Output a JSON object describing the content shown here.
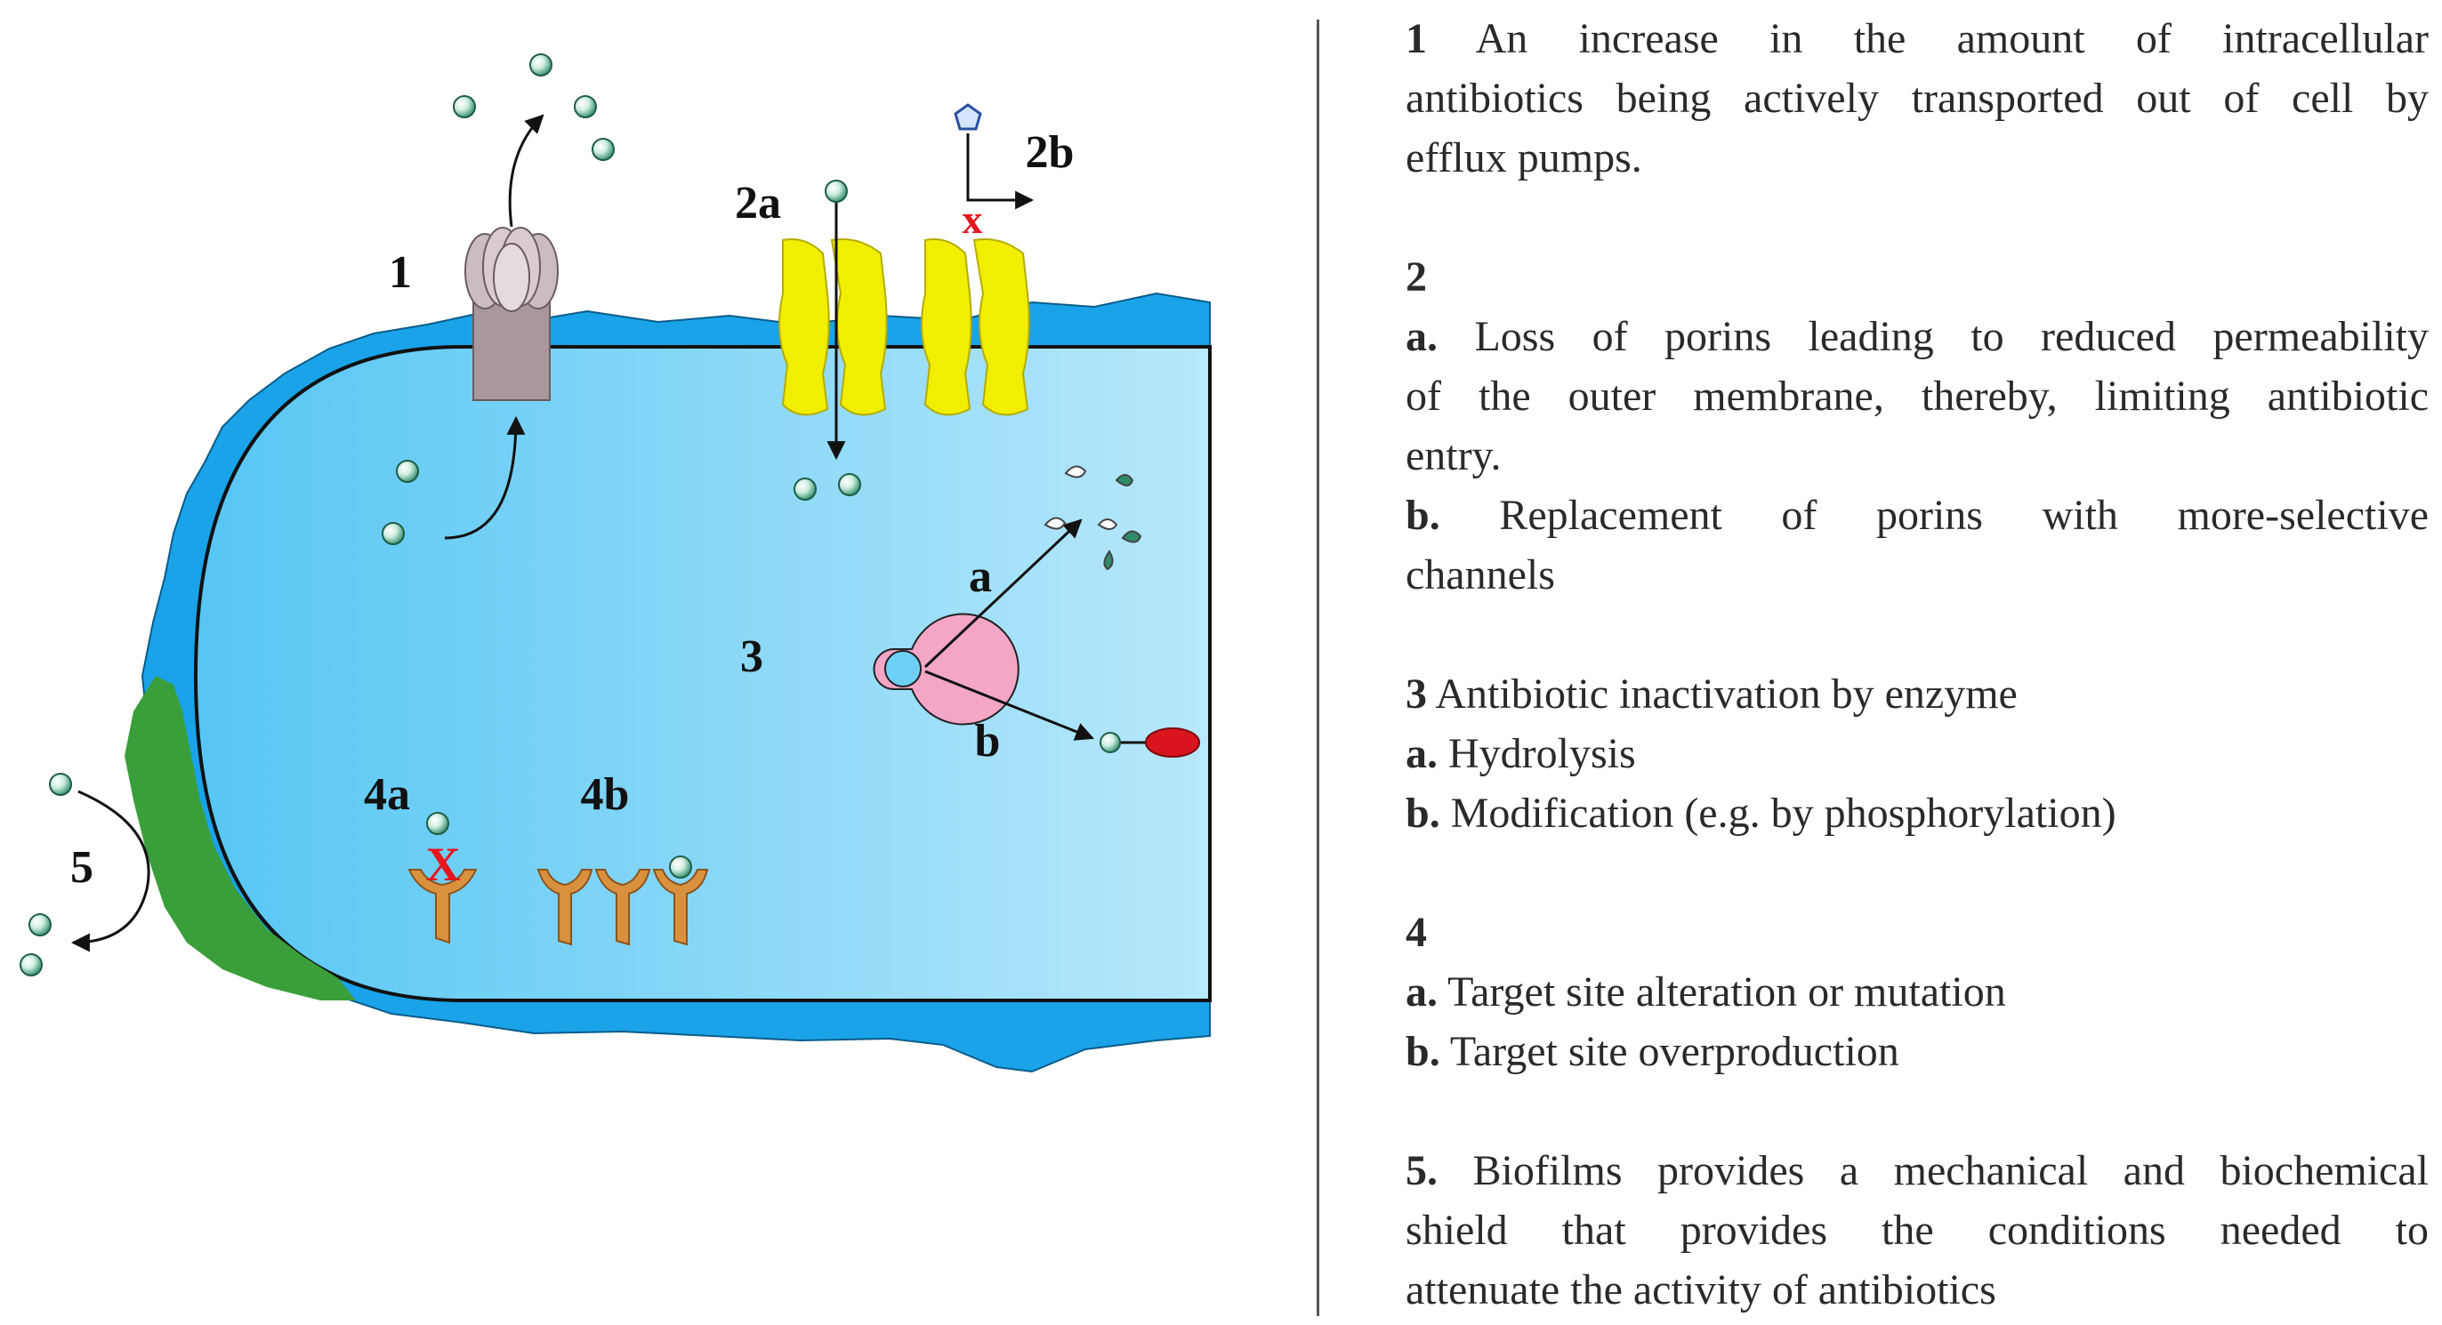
{
  "diagram": {
    "labels": {
      "efflux": "1",
      "porin_loss": "2a",
      "porin_replace": "2b",
      "enzyme": "3",
      "hydrolysis": "a",
      "modification": "b",
      "target_alter": "4a",
      "target_over": "4b",
      "biofilm": "5",
      "block_x_porin": "x",
      "block_x_target": "X"
    },
    "colors": {
      "cytoplasm": "#6ed0f5",
      "membrane": "#1aa3e8",
      "porin": "#f2ee00",
      "pump": "#a8989e",
      "enzyme": "#f4a6c6",
      "target": "#d9913d",
      "biofilm": "#3a9f3a",
      "antibiotic": "#2e8b6a",
      "block": "#e8141e",
      "phosphate": "#d9141e"
    }
  },
  "legend": {
    "item1": {
      "num": "1",
      "lines": [
        "An increase in the amount of intracellular",
        "antibiotics being actively transported out of cell by",
        "efflux pumps."
      ]
    },
    "item2": {
      "num": "2",
      "a_prefix": "a.",
      "a_lines": [
        "Loss of porins leading to reduced permeability",
        "of the outer membrane, thereby, limiting antibiotic",
        "entry."
      ],
      "b_prefix": "b.",
      "b_lines": [
        "Replacement of porins with more-selective",
        "channels"
      ]
    },
    "item3": {
      "num": "3",
      "title": "Antibiotic inactivation by enzyme",
      "a_prefix": "a.",
      "a_text": "Hydrolysis",
      "b_prefix": "b.",
      "b_text": "Modification (e.g. by phosphorylation)"
    },
    "item4": {
      "num": "4",
      "a_prefix": "a.",
      "a_text": "Target site alteration or mutation",
      "b_prefix": "b.",
      "b_text": "Target site overproduction"
    },
    "item5": {
      "prefix": "5.",
      "lines": [
        "Biofilms provides a mechanical and biochemical",
        "shield that provides the conditions needed to",
        "attenuate the activity of antibiotics"
      ]
    }
  }
}
